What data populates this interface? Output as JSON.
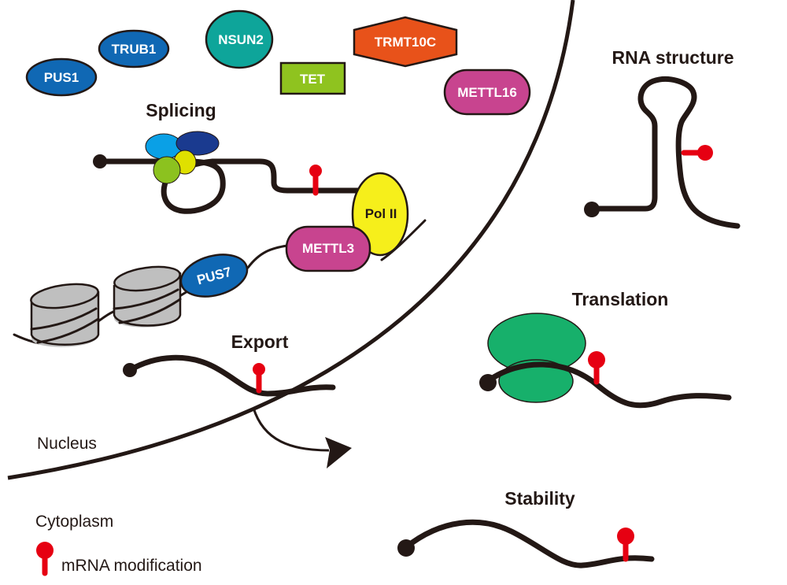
{
  "colors": {
    "ink": "#231815",
    "modification_red": "#e60012",
    "pus_blue": "#1068b4",
    "nsun2_teal": "#0ea59a",
    "tet_green": "#8fc31f",
    "trmt10c_orange": "#e8521a",
    "mettl_magenta": "#c8448f",
    "polii_yellow": "#f6ef1b",
    "ribosome_green": "#17b06b",
    "histone_gray": "#bfbfbf",
    "spliceosome_lightblue": "#0aa0e6",
    "spliceosome_darkblue": "#1a3a8f",
    "spliceosome_yellow": "#dfe000",
    "spliceosome_green": "#8cc21f"
  },
  "enzymes": {
    "pus1": "PUS1",
    "trub1": "TRUB1",
    "nsun2": "NSUN2",
    "tet": "TET",
    "trmt10c": "TRMT10C",
    "mettl16": "METTL16",
    "mettl3": "METTL3",
    "pus7": "PUS7",
    "pol_ii": "Pol II"
  },
  "processes": {
    "splicing": "Splicing",
    "export": "Export",
    "rna_structure": "RNA structure",
    "translation": "Translation",
    "stability": "Stability"
  },
  "compartments": {
    "nucleus": "Nucleus",
    "cytoplasm": "Cytoplasm"
  },
  "legend": {
    "modification_label": "mRNA modification"
  }
}
